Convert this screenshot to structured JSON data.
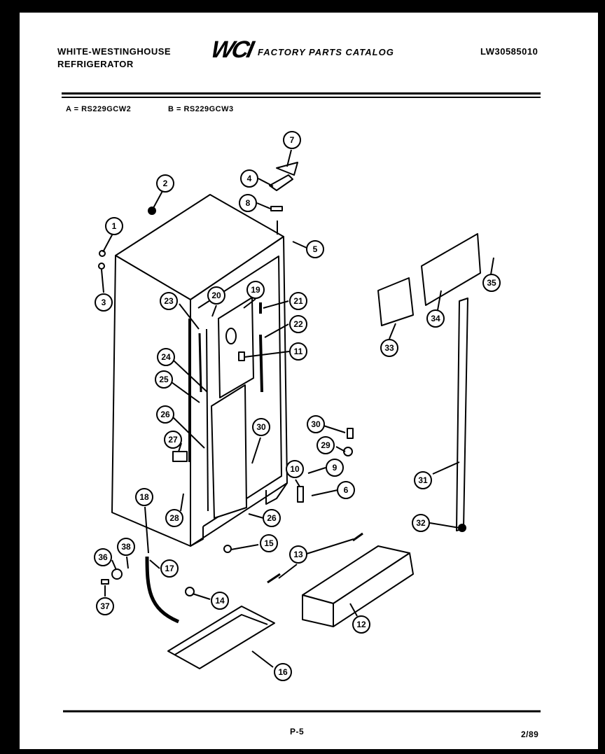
{
  "header": {
    "brand_line1": "WHITE-WESTINGHOUSE",
    "brand_line2": "REFRIGERATOR",
    "logo_text": "WCI",
    "catalog_title": "FACTORY PARTS CATALOG",
    "document_number": "LW30585010"
  },
  "models": {
    "a": "A = RS229GCW2",
    "b": "B = RS229GCW3"
  },
  "footer": {
    "page_number": "P-5",
    "date_code": "2/89"
  },
  "callouts": [
    "1",
    "2",
    "3",
    "4",
    "5",
    "6",
    "7",
    "8",
    "9",
    "10",
    "11",
    "12",
    "13",
    "14",
    "15",
    "16",
    "17",
    "18",
    "19",
    "20",
    "21",
    "22",
    "23",
    "24",
    "25",
    "26",
    "27",
    "28",
    "29",
    "30",
    "31",
    "32",
    "33",
    "34",
    "35",
    "36",
    "37",
    "38"
  ],
  "colors": {
    "ink": "#000000",
    "paper": "#ffffff"
  }
}
